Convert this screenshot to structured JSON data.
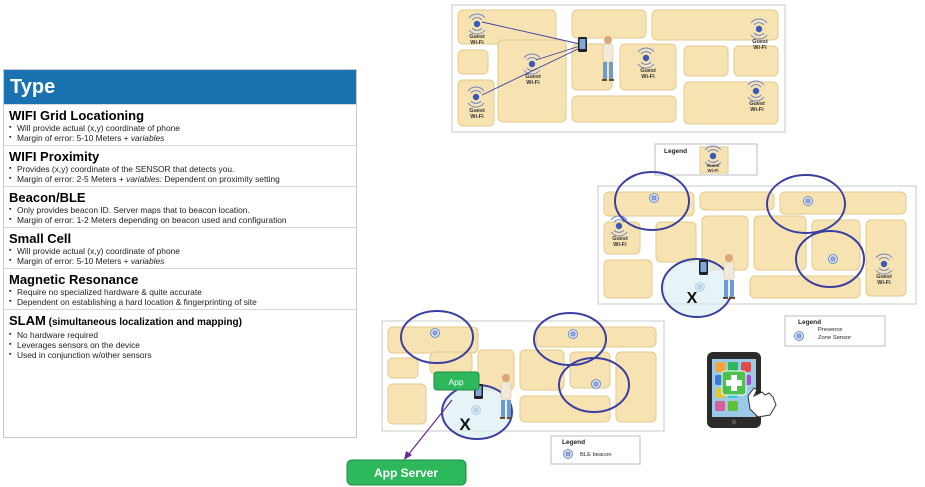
{
  "panel": {
    "header": "Type",
    "sections": [
      {
        "title": "WIFI Grid Locationing",
        "sub": "",
        "bullets": [
          {
            "text": "Will provide actual (x,y) coordinate of phone",
            "italic": "",
            "tail": ""
          },
          {
            "text": "Margin of error: 5-10 Meters + ",
            "italic": "variables",
            "tail": ""
          }
        ]
      },
      {
        "title": "WIFI Proximity",
        "sub": "",
        "bullets": [
          {
            "text": "Provides (x,y) coordinate of the SENSOR that detects you.",
            "italic": "",
            "tail": ""
          },
          {
            "text": "Margin of error: 2-5 Meters + ",
            "italic": "variables:",
            "tail": " Dependent on proximity setting"
          }
        ]
      },
      {
        "title": "Beacon/BLE",
        "sub": "",
        "bullets": [
          {
            "text": "Only provides beacon ID.  Server maps that to beacon location.",
            "italic": "",
            "tail": ""
          },
          {
            "text": "Margin of error:  1-2 Meters depending on beacon used and configuration",
            "italic": "",
            "tail": ""
          }
        ]
      },
      {
        "title": "Small Cell",
        "sub": "",
        "bullets": [
          {
            "text": "Will provide actual (x,y) coordinate of phone",
            "italic": "",
            "tail": ""
          },
          {
            "text": "Margin of error: 5-10 Meters + ",
            "italic": "variables",
            "tail": ""
          }
        ]
      },
      {
        "title": "Magnetic Resonance",
        "sub": "",
        "bullets": [
          {
            "text": "Require no specialized hardware & quite accurate",
            "italic": "",
            "tail": ""
          },
          {
            "text": "Dependent on establishing a hard location & fingerprinting of site",
            "italic": "",
            "tail": ""
          }
        ]
      },
      {
        "title": "SLAM",
        "sub": " (simultaneous localization and mapping)",
        "bullets": [
          {
            "text": "No hardware required",
            "italic": "",
            "tail": ""
          },
          {
            "text": "Leverages sensors on the device",
            "italic": "",
            "tail": ""
          },
          {
            "text": "Used in conjunction w/other sensors",
            "italic": "",
            "tail": ""
          }
        ]
      }
    ]
  },
  "diagram": {
    "wifi_label_line1": "Guest",
    "wifi_label_line2": "Wi-Fi",
    "legend_title": "Legend",
    "legend2_line1": "Presence",
    "legend2_line2": "Zone Sensor",
    "legend3_label": "BLE beacon",
    "x_mark": "X",
    "app_label": "App",
    "app_server_label": "App Server",
    "colors": {
      "header_blue": "#1a73b0",
      "room_fill": "#f7e3b2",
      "zone_circle": "#3b3fa0",
      "app_green": "#2eb85c"
    }
  }
}
